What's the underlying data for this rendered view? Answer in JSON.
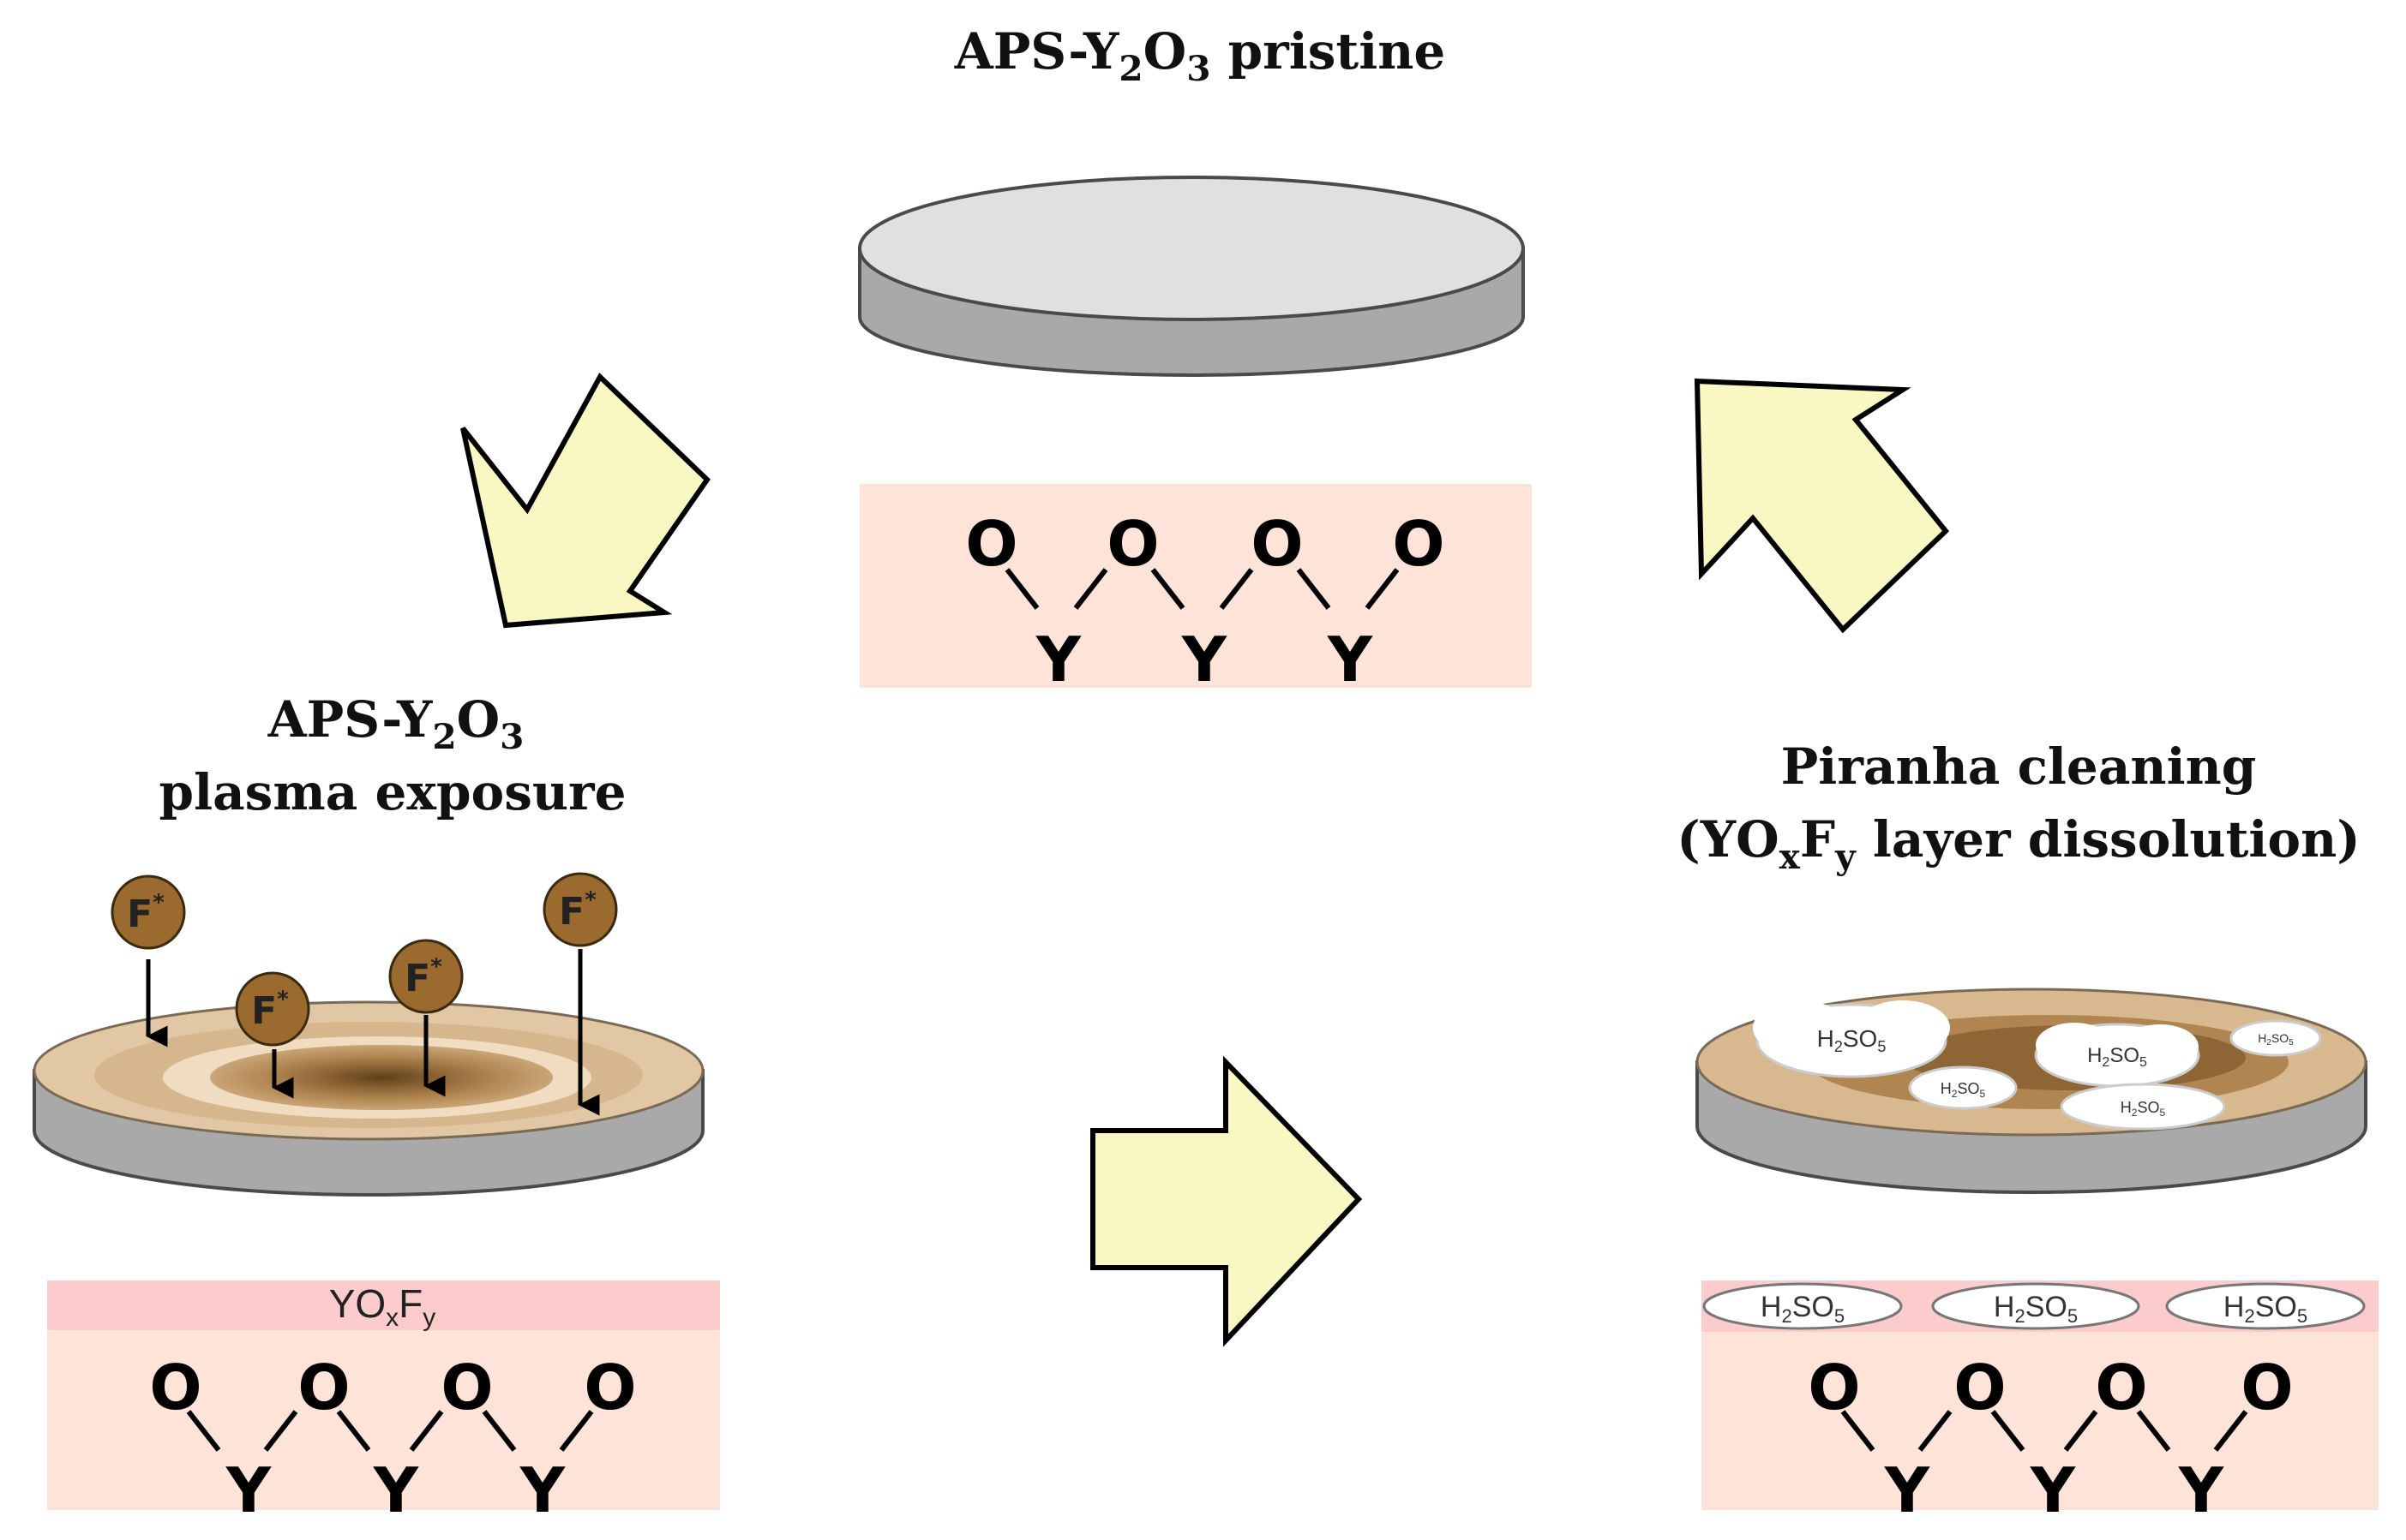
{
  "titles": {
    "pristine": {
      "prefix": "APS-Y",
      "s1": "2",
      "mid": "O",
      "s2": "3",
      "suffix": " pristine"
    },
    "plasma": {
      "prefix": "APS-Y",
      "s1": "2",
      "mid": "O",
      "s2": "3",
      "line2": "plasma exposure"
    },
    "piranha": {
      "line1": "Piranha cleaning",
      "line2_prefix": "(YO",
      "sub_x": "x",
      "mid": "F",
      "sub_y": "y",
      "line2_suffix": " layer  dissolution)"
    }
  },
  "atoms": {
    "oxygen": "O",
    "yttrium": "Y"
  },
  "layer_label": {
    "base": "YO",
    "sub_x": "x",
    "mid": "F",
    "sub_y": "y"
  },
  "radical": {
    "base": "F",
    "sup": "*"
  },
  "acid": {
    "base1": "H",
    "sub1": "2",
    "base2": "SO",
    "sub2": "5"
  },
  "colors": {
    "arrow_fill": "#FAF8C2",
    "disc_top": "#E0E0E0",
    "disc_side": "#A9A9A9",
    "lattice_bg": "#FDE3D8",
    "fluoride_layer": "#FBCCCB",
    "radical": "#9A6A2E",
    "plasma_ring": "#E2C7A4",
    "plasma_center": "#8E6636"
  }
}
